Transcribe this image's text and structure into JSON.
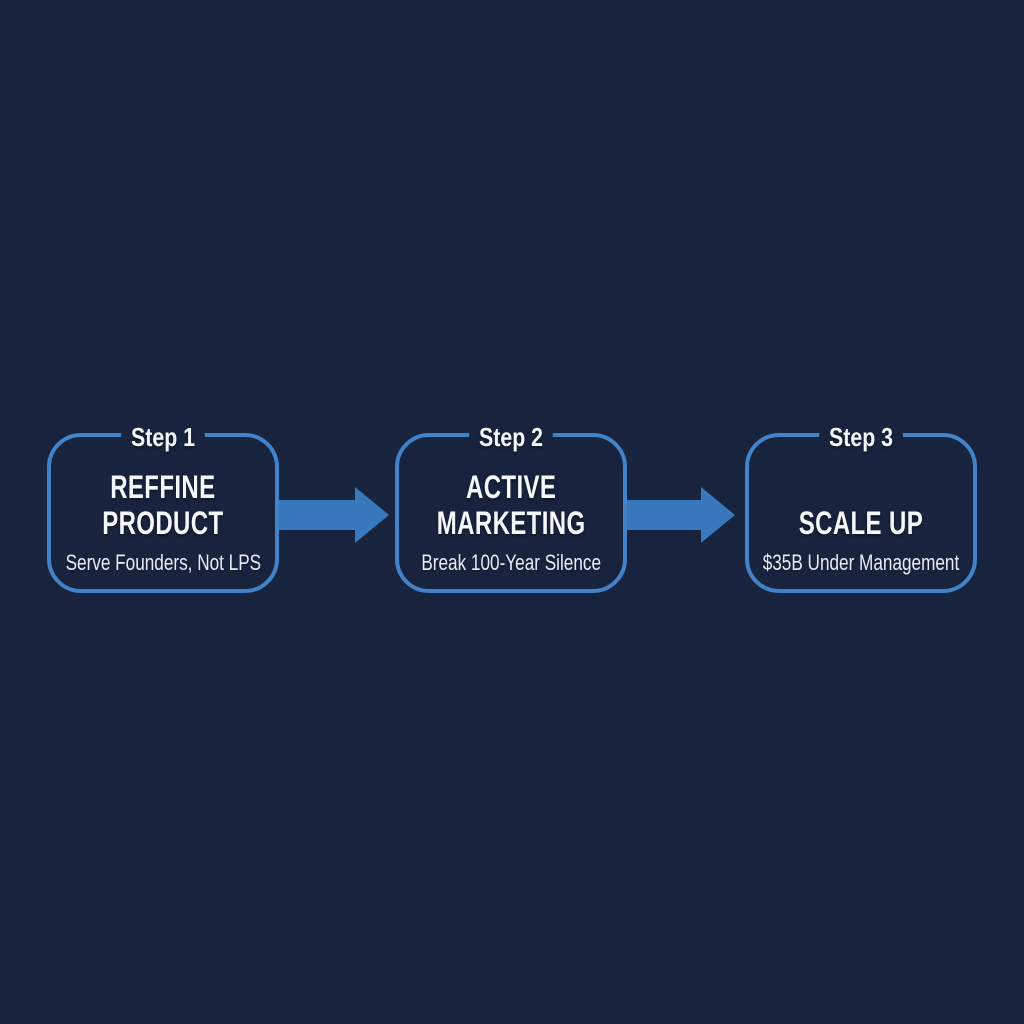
{
  "colors": {
    "background": "#18243e",
    "box_border": "#4182c8",
    "arrow": "#3779bc",
    "title_text": "#f5f8fc",
    "subtitle_text": "#e9eef6"
  },
  "steps": [
    {
      "label": "Step 1",
      "title": "REFFINE\nPRODUCT",
      "subtitle": "Serve Founders, Not LPS"
    },
    {
      "label": "Step 2",
      "title": "ACTIVE\nMARKETING",
      "subtitle": "Break 100-Year Silence"
    },
    {
      "label": "Step 3",
      "title": "SCALE UP",
      "subtitle": "$35B Under Management"
    }
  ],
  "connectors": [
    {
      "icon": "arrow-right"
    },
    {
      "icon": "arrow-right"
    }
  ]
}
